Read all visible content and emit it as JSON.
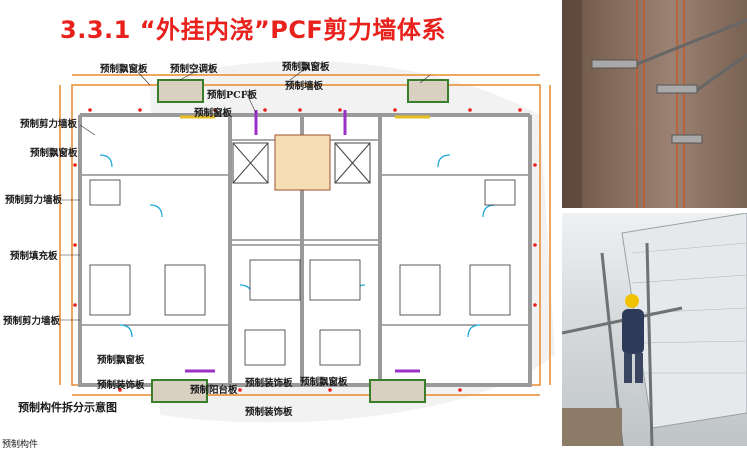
{
  "slide": {
    "title": "3.3.1 “外挂内浇”PCF剪力墙体系",
    "bottom_caption": "预制构件拆分示意图",
    "cut_text": "预制构件"
  },
  "plan_labels": {
    "bay_window_top_left": "预制飘窗板",
    "ac_board_top": "预制空调板",
    "bay_window_top_right": "预制飘窗板",
    "pcf_board": "预制PCF板",
    "wall_board": "预制墙板",
    "window_board": "预制窗板",
    "shear_wall_left_1": "预制剪力墙板",
    "bay_window_left": "预制飘窗板",
    "shear_wall_left_2": "预制剪力墙板",
    "infill_board": "预制填充板",
    "shear_wall_left_3": "预制剪力墙板",
    "bay_window_bottom": "预制飘窗板",
    "decor_board_bottom_1": "预制装饰板",
    "window_board_bottom": "预制阳台板",
    "decor_board_bottom_2": "预制装饰板",
    "bay_window_bottom_right": "预制飘窗板",
    "decor_board_bottom_3": "预制装饰板"
  }
}
